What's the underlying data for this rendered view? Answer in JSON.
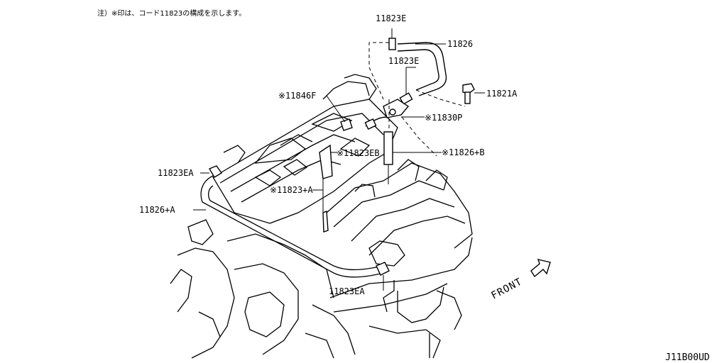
{
  "diagram": {
    "note": "注）※印は、コード11823の構成を示します。",
    "diagram_code": "J11B00UD",
    "front_label": "FRONT",
    "parts": [
      {
        "id": "p1",
        "label": "11823E"
      },
      {
        "id": "p2",
        "label": "11826"
      },
      {
        "id": "p3",
        "label": "11823E"
      },
      {
        "id": "p4",
        "label": "11821A"
      },
      {
        "id": "p5",
        "label": "※11846F"
      },
      {
        "id": "p6",
        "label": "※11830P"
      },
      {
        "id": "p7",
        "label": "※11823EB"
      },
      {
        "id": "p8",
        "label": "※11826+B"
      },
      {
        "id": "p9",
        "label": "11823EA"
      },
      {
        "id": "p10",
        "label": "※11823+A"
      },
      {
        "id": "p11",
        "label": "11826+A"
      },
      {
        "id": "p12",
        "label": "11823EA"
      }
    ]
  }
}
